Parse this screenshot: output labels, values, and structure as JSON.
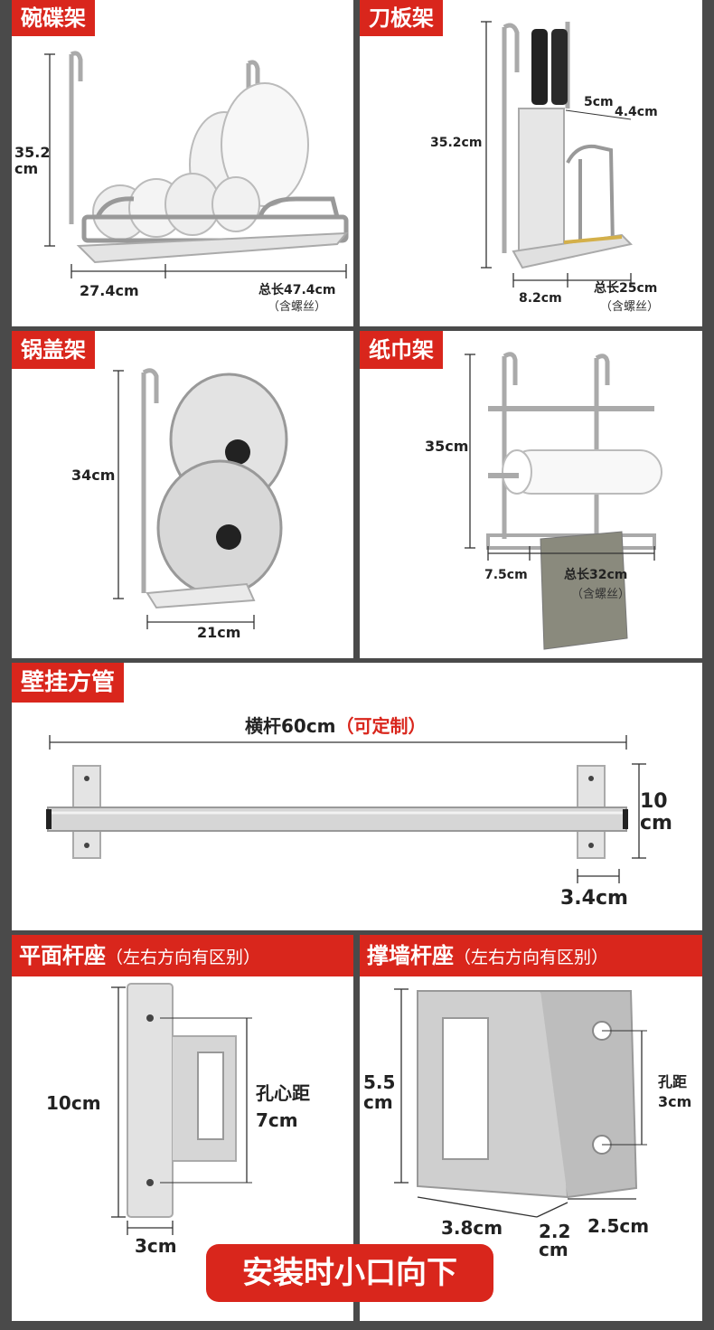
{
  "panels": {
    "bowl": {
      "title": "碗碟架",
      "height": "35.2",
      "height_unit": "cm",
      "width_left": "27.4cm",
      "length": "总长47.4cm",
      "length_note": "（含螺丝）"
    },
    "knife": {
      "title": "刀板架",
      "height": "35.2cm",
      "top_a": "5cm",
      "top_b": "4.4cm",
      "depth": "8.2cm",
      "length": "总长25cm",
      "length_note": "（含螺丝）"
    },
    "lid": {
      "title": "锅盖架",
      "height": "34cm",
      "width": "21cm"
    },
    "paper": {
      "title": "纸巾架",
      "height": "35cm",
      "depth": "7.5cm",
      "length": "总长32cm",
      "length_note": "（含螺丝）"
    },
    "tube": {
      "title": "壁挂方管",
      "length_label": "横杆60cm",
      "custom_label": "（可定制）",
      "height": "10",
      "height_unit": "cm",
      "depth": "3.4cm"
    },
    "flat_base": {
      "title": "平面杆座",
      "subtitle": "（左右方向有区别）",
      "height": "10cm",
      "hole_label": "孔心距",
      "hole_value": "7cm",
      "width": "3cm"
    },
    "brace_base": {
      "title": "撑墙杆座",
      "subtitle": "（左右方向有区别）",
      "height": "5.5",
      "height_unit": "cm",
      "hole_label": "孔距",
      "hole_value": "3cm",
      "w1": "3.8cm",
      "w2": "2.2",
      "w2_unit": "cm",
      "w3": "2.5cm"
    }
  },
  "banner": "安装时小口向下",
  "colors": {
    "accent": "#d9261c",
    "background": "#4a4a4a",
    "panel": "#ffffff"
  }
}
